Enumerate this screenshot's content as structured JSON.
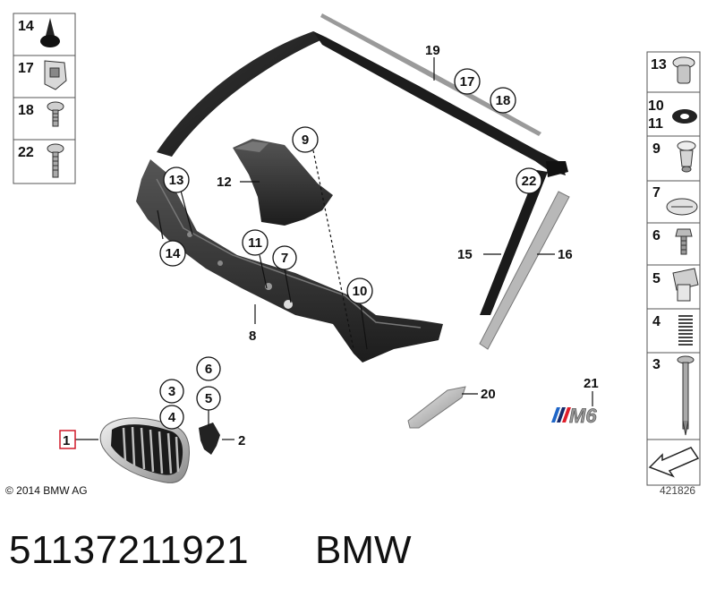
{
  "diagram": {
    "left_panel": [
      "14",
      "17",
      "18",
      "22"
    ],
    "right_panel": [
      "13",
      "10",
      "11",
      "9",
      "7",
      "6",
      "5",
      "4",
      "3"
    ],
    "callouts": {
      "c1": "1",
      "c2": "2",
      "c3": "3",
      "c4": "4",
      "c5": "5",
      "c6": "6",
      "c7": "7",
      "c8": "8",
      "c9": "9",
      "c10": "10",
      "c11": "11",
      "c12": "12",
      "c13": "13",
      "c14": "14",
      "c15": "15",
      "c16": "16",
      "c17": "17",
      "c18": "18",
      "c19": "19",
      "c20": "20",
      "c21": "21",
      "c22": "22"
    },
    "emblem_text": "M6",
    "copyright": "© 2014 BMW AG",
    "ref_code": "421826",
    "highlight_color": "#d01a2a"
  },
  "footer": {
    "part_number": "51137211921",
    "brand": "BMW"
  }
}
